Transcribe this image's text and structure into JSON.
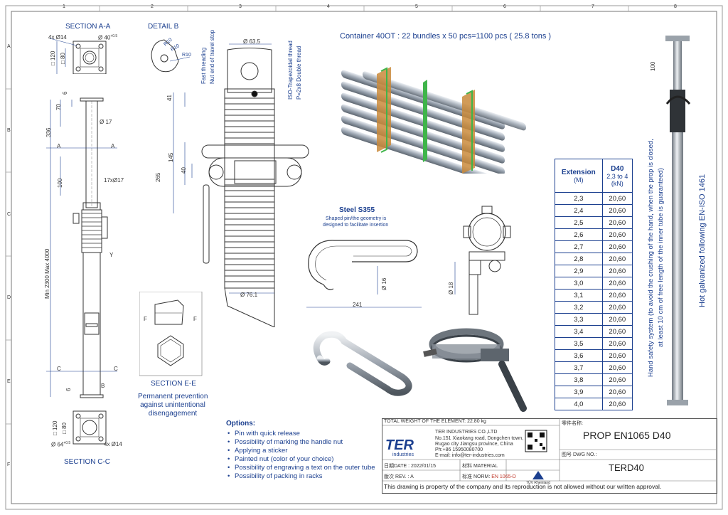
{
  "frame": {
    "top_numbers": [
      "1",
      "2",
      "3",
      "4",
      "5",
      "6",
      "7",
      "8"
    ],
    "side_letters": [
      "A",
      "B",
      "C",
      "D",
      "E",
      "F"
    ]
  },
  "section_aa": {
    "title": "SECTION A-A",
    "holes": "4x Ø14",
    "dia": "Ø 40",
    "dia_tol": "+0.5",
    "sq1": "□ 120",
    "sq2": "□ 80"
  },
  "detail_b": {
    "title": "DETAIL B",
    "r1": "R10",
    "r2": "R10",
    "r3": "R10"
  },
  "prop_dims": {
    "d6": "6",
    "d70": "70",
    "d336": "336",
    "d17": "Ø 17",
    "d100": "100",
    "holes17": "17xØ17",
    "a_left": "A",
    "a_right": "A",
    "min_max": "Min 2300 Max 4000",
    "y": "Y",
    "c_left": "C",
    "c_right": "C",
    "d6b": "6",
    "b_mark": "B"
  },
  "thread": {
    "fast": "Fast threading",
    "nut_end": "Nut end of travel stop",
    "d635": "Ø 63.5",
    "iso": "ISO-Trapezoidal thread",
    "pitch": "P=2x8 Double thread",
    "d41": "41",
    "d145": "145",
    "d40": "40",
    "d265": "265",
    "d761": "Ø 76.1"
  },
  "section_ee": {
    "title": "SECTION E-E",
    "f1": "F",
    "f2": "F",
    "note1": "Permanent prevention",
    "note2": "against unintentional",
    "note3": "disengagement"
  },
  "section_cc": {
    "title": "SECTION C-C",
    "sq1": "□ 120",
    "sq2": "□ 80",
    "dia": "Ø 64",
    "dia_tol": "+0.5",
    "holes": "4x Ø14"
  },
  "container": {
    "text": "Container 40OT  : 22 bundles x 50 pcs=1100 pcs  ( 25.8 tons )"
  },
  "pin": {
    "title": "Steel S355",
    "sub1": "Shaped pin/the geometry is",
    "sub2": "designed to facilitate insertion",
    "d16": "Ø 16",
    "d241": "241",
    "d18": "Ø 18"
  },
  "table": {
    "col1_head": "Extension",
    "col1_unit": "(M)",
    "col2_head": "D40",
    "col2_sub": "2,3 to 4",
    "col2_unit": "(kN)",
    "rows": [
      [
        "2,3",
        "20,60"
      ],
      [
        "2,4",
        "20,60"
      ],
      [
        "2,5",
        "20,60"
      ],
      [
        "2,6",
        "20,60"
      ],
      [
        "2,7",
        "20,60"
      ],
      [
        "2,8",
        "20,60"
      ],
      [
        "2,9",
        "20,60"
      ],
      [
        "3,0",
        "20,60"
      ],
      [
        "3,1",
        "20,60"
      ],
      [
        "3,2",
        "20,60"
      ],
      [
        "3,3",
        "20,60"
      ],
      [
        "3,4",
        "20,60"
      ],
      [
        "3,5",
        "20,60"
      ],
      [
        "3,6",
        "20,60"
      ],
      [
        "3,7",
        "20,60"
      ],
      [
        "3,8",
        "20,60"
      ],
      [
        "3,9",
        "20,60"
      ],
      [
        "4,0",
        "20,60"
      ]
    ]
  },
  "right_notes": {
    "safety1": "Hand safety system (to avoid the crushing of the hand, when the prop is closed,",
    "safety2": "at least 10 cm of free length of the inner tube is guaranteed)",
    "galv": "Hot galvanized following EN-ISO 1461",
    "d100": "100"
  },
  "options": {
    "title": "Options:",
    "items": [
      "Pin with quick release",
      "Possibility of marking the handle nut",
      "Applying a sticker",
      "Painted nut (color of your choice)",
      "Possibility of engraving a text on the outer tube",
      "Possibility of packing in racks"
    ]
  },
  "titleblock": {
    "weight": "TOTAL WEIGHT OF THE ELEMENT:  22.80 kg",
    "company": "TER INDUSTRIES CO.,LTD",
    "addr1": "No.151 Xiaokang road, Dongchen town,",
    "addr2": "Rugao city Jiangsu province, China",
    "phone": "Ph:+86 15950080700",
    "email": "E-mail: info@ter-industries.com",
    "logo": "TER",
    "logo_sub": "industries",
    "date": "日期DATE : 2022/01/15",
    "material": "材料 MATERIAL",
    "rev": "版次 REV. : A",
    "norm_label": "标准 NORM:",
    "norm": "EN 1065-D",
    "cert": "TÜV Rheinland",
    "name_label": "零件名称:",
    "name": "PROP EN1065 D40",
    "dwg_label": "图号 DWG NO.:",
    "dwg": "TERD40",
    "notice": "This drawing is property of the company and its reproduction is not allowed without our written approval."
  }
}
